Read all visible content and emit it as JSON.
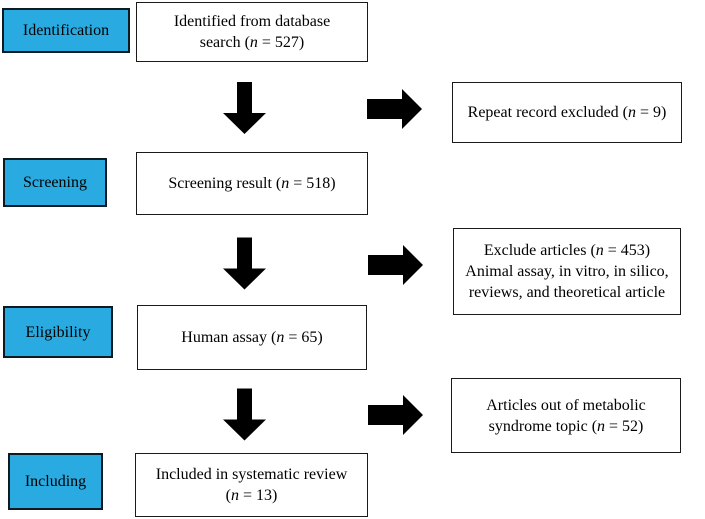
{
  "diagram": {
    "type": "prisma-flowchart",
    "colors": {
      "stage_fill": "#29ABE2",
      "stage_border": "#0c1a22",
      "box_border": "#1a1a1a",
      "arrow": "#000000",
      "background": "#ffffff"
    },
    "stages": [
      {
        "label": "Identification"
      },
      {
        "label": "Screening"
      },
      {
        "label": "Eligibility"
      },
      {
        "label": "Including"
      }
    ],
    "flow": [
      {
        "text": "Identified from database\nsearch (n = 527)"
      },
      {
        "text": "Screening result (n = 518)"
      },
      {
        "text": "Human assay (n = 65)"
      },
      {
        "text": "Included in systematic review\n(n = 13)"
      }
    ],
    "exclusions": [
      {
        "text": "Repeat record excluded (n = 9)"
      },
      {
        "text": "Exclude articles (n = 453)\nAnimal assay, in vitro, in silico,\nreviews, and theoretical article"
      },
      {
        "text": "Articles out of metabolic\nsyndrome topic (n = 52)"
      }
    ]
  }
}
